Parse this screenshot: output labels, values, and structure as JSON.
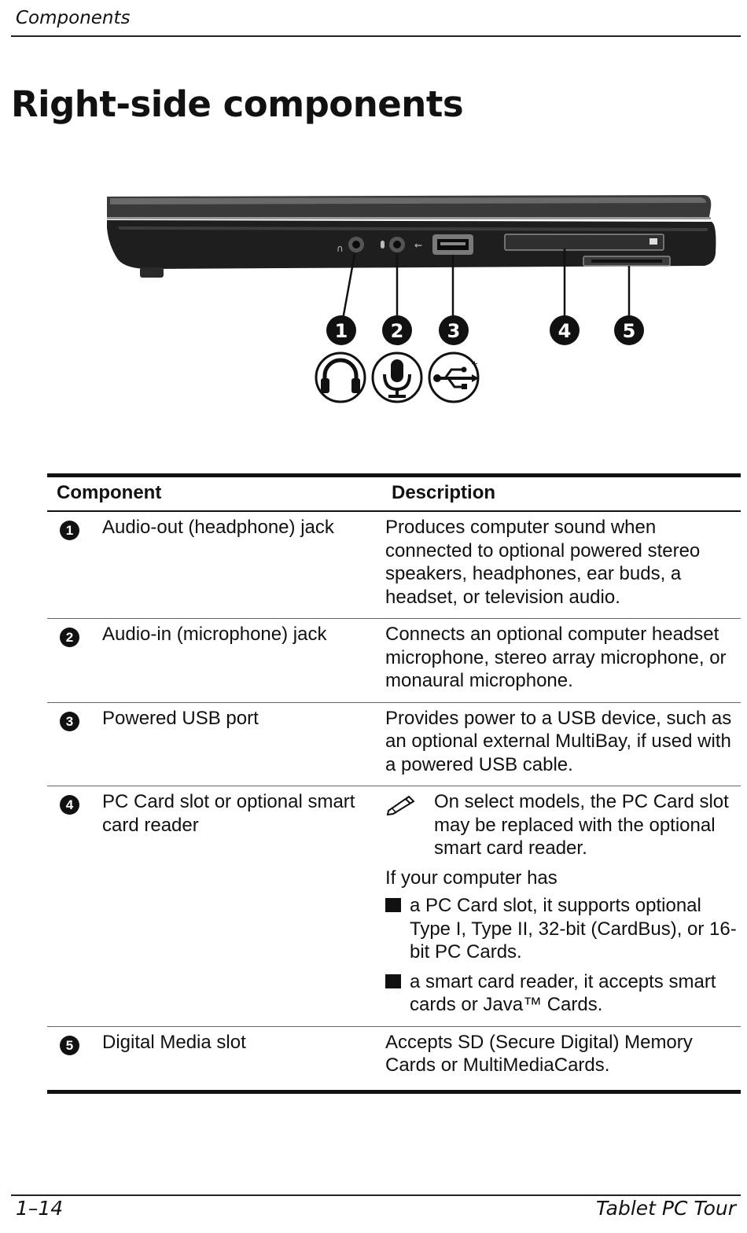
{
  "header": {
    "running_head": "Components"
  },
  "title": "Right-side components",
  "figure": {
    "callouts": [
      "1",
      "2",
      "3",
      "4",
      "5"
    ],
    "port_icons": [
      "headphone-icon",
      "microphone-icon",
      "usb-icon"
    ]
  },
  "table": {
    "col_component": "Component",
    "col_description": "Description",
    "rows": [
      {
        "num": "1",
        "name": "Audio-out (headphone) jack",
        "desc": "Produces computer sound when connected to optional powered stereo speakers, headphones, ear buds, a headset, or television audio."
      },
      {
        "num": "2",
        "name": "Audio-in (microphone) jack",
        "desc": "Connects an optional computer headset microphone, stereo array microphone, or monaural microphone."
      },
      {
        "num": "3",
        "name": "Powered USB port",
        "desc": "Provides power to a USB device, such as an optional external MultiBay, if used with a powered USB cable."
      },
      {
        "num": "4",
        "name": "PC Card slot or optional smart card reader",
        "note": "On select models, the PC Card slot may be replaced with the optional smart card reader.",
        "intro": "If your computer has",
        "bullets": [
          "a PC Card slot, it supports optional Type I, Type II, 32-bit (CardBus), or 16-bit PC Cards.",
          "a smart card reader, it accepts smart cards or Java™ Cards."
        ]
      },
      {
        "num": "5",
        "name": "Digital Media slot",
        "desc": "Accepts SD (Secure Digital) Memory Cards or MultiMediaCards."
      }
    ]
  },
  "footer": {
    "page": "1–14",
    "section": "Tablet PC Tour"
  }
}
